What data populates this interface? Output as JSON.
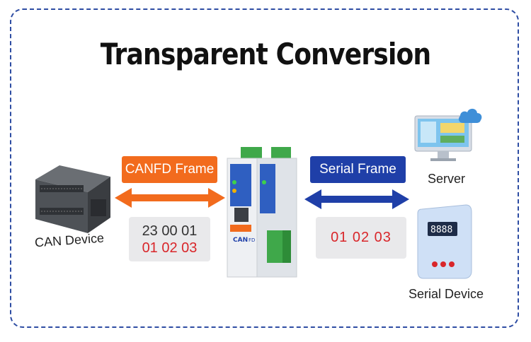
{
  "title": "Transparent Conversion",
  "left_tag": "CANFD Frame",
  "right_tag": "Serial Frame",
  "left_box": {
    "line1": "23 00 01",
    "line2": "01 02 03"
  },
  "right_box": {
    "line1": "01  02  03"
  },
  "labels": {
    "can_device": "CAN Device",
    "server": "Server",
    "serial_device": "Serial Device"
  },
  "converter_text": {
    "brand": "CAN",
    "model": "FD"
  },
  "colors": {
    "orange": "#f26b1d",
    "blue": "#1f3fa8",
    "red": "#d9262a",
    "frame": "#2e4da3"
  },
  "icons": [
    "can-device-icon",
    "converter-icon",
    "server-icon",
    "cloud-icon",
    "serial-device-icon"
  ]
}
